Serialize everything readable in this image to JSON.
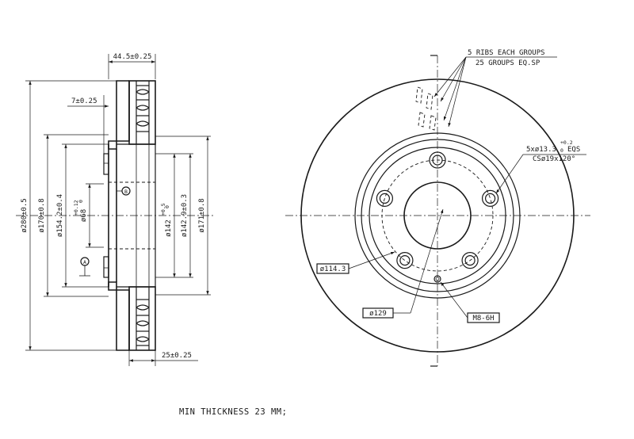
{
  "side_view": {
    "overall_thickness": "44.5±0.25",
    "hat_step": "7±0.25",
    "outer_diameter": "ø280±0.5",
    "diameter_170": "ø170±0.8",
    "diameter_154": "ø154.2±0.4",
    "center_bore_value": "ø68",
    "center_bore_tol_upper": "+0.12",
    "center_bore_tol_lower": "0",
    "diameter_142_value": "ø142",
    "diameter_142_tol_upper": "+0.5",
    "diameter_142_tol_lower": "0",
    "diameter_142_9": "ø142.9±0.3",
    "diameter_171": "ø171±0.8",
    "friction_thickness": "25±0.25",
    "datum_a": "A",
    "datum_b": "B"
  },
  "front_view": {
    "ribs_line1": "5 RIBS EACH GROUPS",
    "ribs_line2": "25 GROUPS EQ.SP",
    "holes_prefix": "5xø13.3",
    "holes_tol_upper": "+0.2",
    "holes_tol_lower": "0",
    "holes_suffix": "EQS",
    "countersink": "CSø19x120°",
    "pcd": "ø114.3",
    "diameter_129": "ø129",
    "thread": "M8-6H"
  },
  "footer_note": "MIN THICKNESS 23 MM;"
}
